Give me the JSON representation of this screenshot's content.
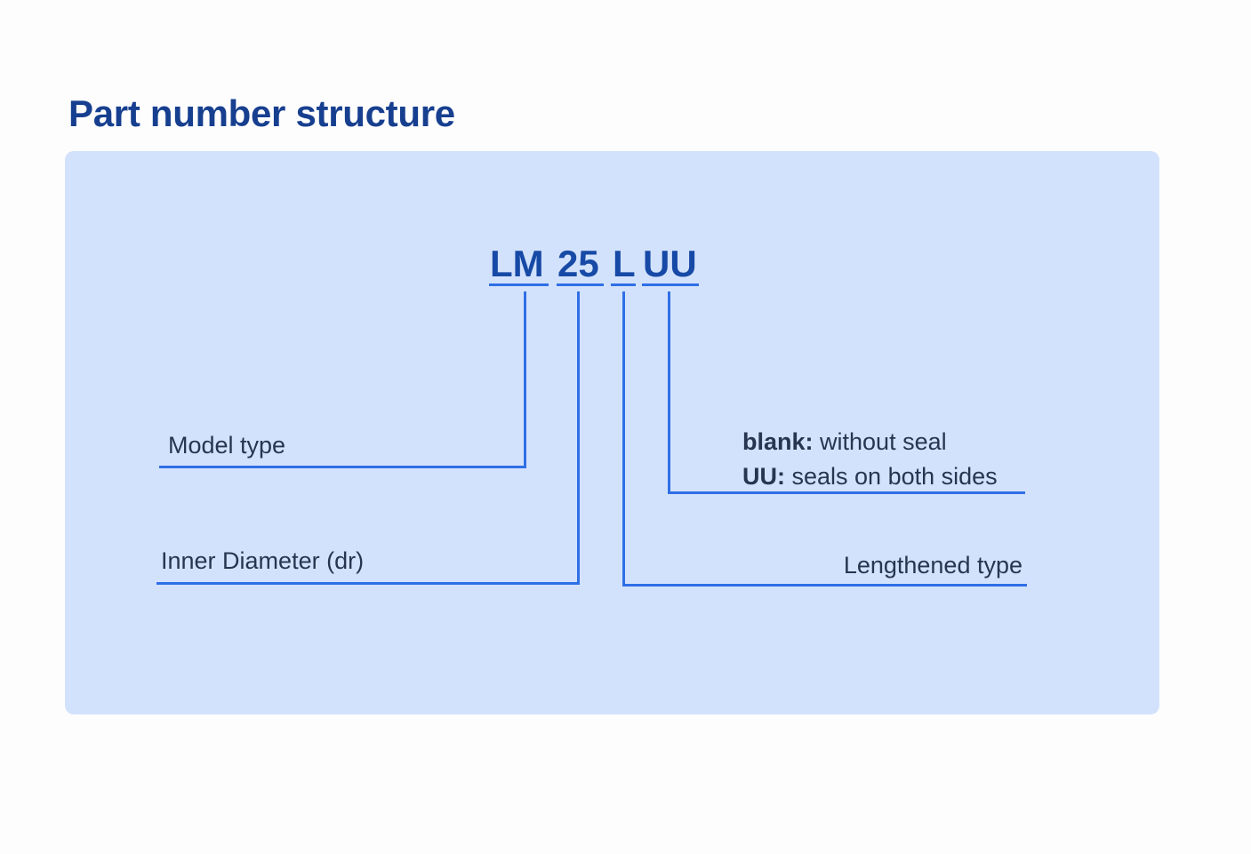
{
  "title": "Part number structure",
  "part_number": {
    "segments": [
      "LM",
      "25",
      "L",
      "UU"
    ]
  },
  "labels": {
    "model_type": "Model type",
    "inner_diameter": "Inner Diameter (dr)",
    "lengthened_type": "Lengthened type",
    "seal_options": [
      {
        "key": "blank:",
        "text": " without seal"
      },
      {
        "key": "UU:",
        "text": " seals on both sides"
      }
    ]
  },
  "colors": {
    "title": "#173f8f",
    "panel": "#d3e2fc",
    "segment_text": "#174aa6",
    "line": "#2f6fe6",
    "label_text": "#273550"
  }
}
